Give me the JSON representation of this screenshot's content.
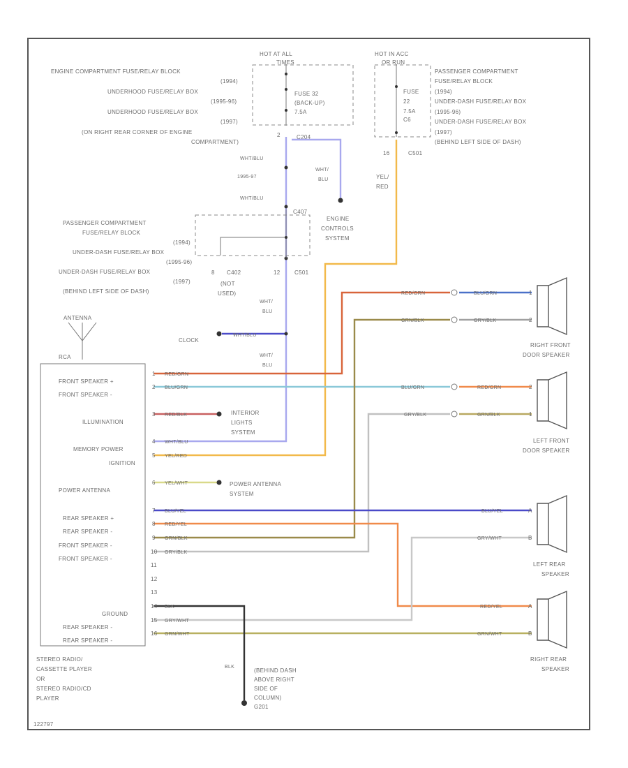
{
  "colors": {
    "wht_blu": "#a8a8ee",
    "yel_red": "#f2b94a",
    "red_grn": "#d8643a",
    "blu_grn": "#8ac8d8",
    "red_blk": "#c86060",
    "yel_wht": "#d9d98a",
    "blu_yel": "#4a4ac8",
    "red_yel": "#f08a4a",
    "grn_blk": "#9a8a4a",
    "gry_blk": "#a0a0a0",
    "gry_wht": "#c0c0c0",
    "grn_wht": "#b8b060",
    "blk": "#333333",
    "blu_red": "#4a70c8"
  },
  "top_left_fuse": {
    "header": "HOT AT ALL",
    "header2": "TIMES",
    "fuse_lines": [
      "FUSE 32",
      "(BACK-UP)",
      "7.5A"
    ],
    "pin": "2",
    "connector": "C204",
    "locations": [
      "ENGINE COMPARTMENT FUSE/RELAY BLOCK",
      "(1994)",
      "UNDERHOOD FUSE/RELAY BOX",
      "(1995-96)",
      "UNDERHOOD FUSE/RELAY BOX",
      "(1997)",
      "(ON RIGHT REAR CORNER OF ENGINE",
      "COMPARTMENT)"
    ]
  },
  "top_right_fuse": {
    "header": "HOT IN ACC",
    "header2": "OR RUN",
    "fuse_lines": [
      "FUSE",
      "22",
      "7.5A",
      "C6"
    ],
    "pin": "16",
    "connector": "C501",
    "locations": [
      "PASSENGER COMPARTMENT",
      "FUSE/RELAY BLOCK",
      "(1994)",
      "UNDER-DASH FUSE/RELAY BOX",
      "(1995-96)",
      "UNDER-DASH FUSE/RELAY BOX",
      "(1997)",
      "(BEHIND LEFT SIDE OF DASH)"
    ],
    "wire_label": [
      "YEL/",
      "RED"
    ]
  },
  "upper_wires": {
    "wht_blu_1": "WHT/BLU",
    "year": "1995-97",
    "wht_blu_2": "WHT/BLU",
    "ecs_wire": [
      "WHT/",
      "BLU"
    ],
    "ecs_label": [
      "ENGINE",
      "CONTROLS",
      "SYSTEM"
    ],
    "c407": "C407"
  },
  "mid_fuse": {
    "locations": [
      "PASSENGER COMPARTMENT",
      "FUSE/RELAY BLOCK",
      "(1994)",
      "UNDER-DASH FUSE/RELAY BOX",
      "(1995-96)",
      "UNDER-DASH FUSE/RELAY BOX",
      "(1997)",
      "(BEHIND LEFT SIDE OF DASH)"
    ],
    "left_pin": "8",
    "left_conn": "C402",
    "not_used": [
      "(NOT",
      "USED)"
    ],
    "right_pin": "12",
    "right_conn": "C501",
    "wire_below": [
      "WHT/",
      "BLU"
    ],
    "wire_below2": [
      "WHT/",
      "BLU"
    ]
  },
  "antenna": {
    "label": "ANTENNA",
    "rca": "RCA"
  },
  "clock": {
    "label": "CLOCK",
    "wire": "WHT/BLU"
  },
  "radio": {
    "labels": [
      "FRONT SPEAKER +",
      "FRONT SPEAKER -",
      "ILLUMINATION",
      "MEMORY POWER",
      "IGNITION",
      "POWER ANTENNA",
      "REAR SPEAKER +",
      "REAR SPEAKER -",
      "FRONT SPEAKER -",
      "FRONT SPEAKER -",
      "GROUND",
      "REAR SPEAKER -",
      "REAR SPEAKER -"
    ],
    "pins": [
      "1",
      "2",
      "3",
      "4",
      "5",
      "6",
      "7",
      "8",
      "9",
      "10",
      "11",
      "12",
      "13",
      "14",
      "15",
      "16"
    ],
    "wires": [
      "RED/GRN",
      "BLU/GRN",
      "RED/BLK",
      "WHT/BLU",
      "YEL/RED",
      "YEL/WHT",
      "BLU/YEL",
      "RED/YEL",
      "GRN/BLK",
      "GRY/BLK",
      "BLK",
      "GRY/WHT",
      "GRN/WHT"
    ],
    "caption": [
      "STEREO RADIO/",
      "CASSETTE PLAYER",
      "OR",
      "STEREO RADIO/CD",
      "PLAYER"
    ]
  },
  "systems": {
    "interior": [
      "INTERIOR",
      "LIGHTS",
      "SYSTEM"
    ],
    "power_ant": [
      "POWER ANTENNA",
      "SYSTEM"
    ]
  },
  "speakers": {
    "rf": {
      "label": [
        "RIGHT FRONT",
        "DOOR SPEAKER"
      ],
      "wire_in_top": "RED/GRN",
      "wire_out_top": "BLU/GRN",
      "wire_in_bot": "GRN/BLK",
      "wire_out_bot": "GRY/BLK",
      "pin_top": "1",
      "pin_bot": "2"
    },
    "lf": {
      "label": [
        "LEFT FRONT",
        "DOOR SPEAKER"
      ],
      "wire_in_top": "BLU/GRN",
      "wire_out_top": "RED/GRN",
      "wire_in_bot": "GRY/BLK",
      "wire_out_bot": "GRN/BLK",
      "pin_top": "2",
      "pin_bot": "1"
    },
    "lr": {
      "label": [
        "LEFT REAR",
        "SPEAKER"
      ],
      "wire_top": "BLU/YEL",
      "wire_bot": "GRY/WHT",
      "pin_top": "A",
      "pin_bot": "B"
    },
    "rr": {
      "label": [
        "RIGHT REAR",
        "SPEAKER"
      ],
      "wire_top": "RED/YEL",
      "wire_bot": "GRN/WHT",
      "pin_top": "A",
      "pin_bot": "B"
    }
  },
  "ground": {
    "wire": "BLK",
    "label": [
      "(BEHIND DASH",
      "ABOVE RIGHT",
      "SIDE OF",
      "COLUMN)",
      "G201"
    ]
  },
  "footer": "122797"
}
